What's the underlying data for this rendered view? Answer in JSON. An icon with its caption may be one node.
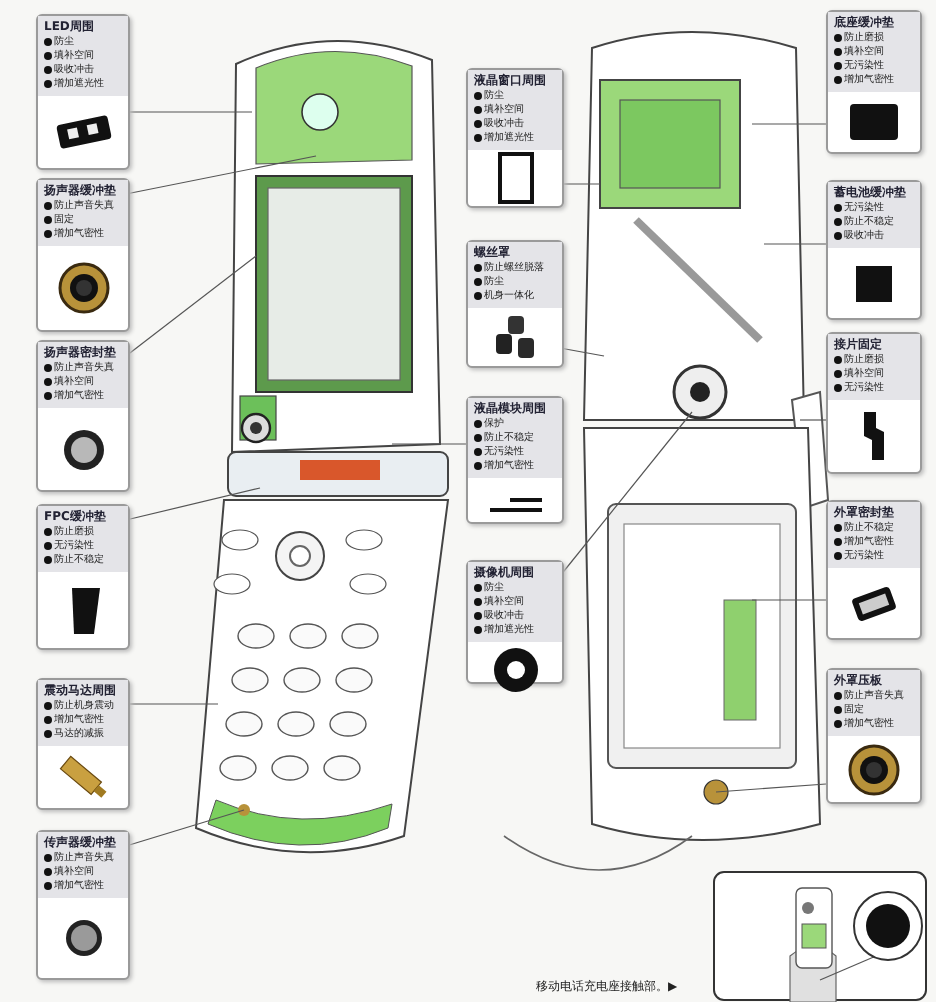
{
  "diagram": {
    "nodes": [
      {
        "text": [
          "LED周围",
          "防尘",
          "填补空间",
          "吸收冲击",
          "增加遮光性"
        ]
      },
      {
        "text": [
          "扬声器缓冲垫",
          "防止声音失真",
          "固定",
          "增加气密性"
        ]
      },
      {
        "text": [
          "扬声器密封垫",
          "防止声音失真",
          "填补空间",
          "增加气密性"
        ]
      },
      {
        "text": [
          "FPC缓冲垫",
          "防止磨损",
          "无污染性",
          "防止不稳定"
        ]
      },
      {
        "text": [
          "震动马达周围",
          "防止机身震动",
          "增加气密性",
          "马达的减振"
        ]
      },
      {
        "text": [
          "传声器缓冲垫",
          "防止声音失真",
          "填补空间",
          "增加气密性"
        ]
      },
      {
        "text": [
          "液晶窗口周围",
          "防尘",
          "填补空间",
          "吸收冲击",
          "增加遮光性"
        ]
      },
      {
        "text": [
          "螺丝罩",
          "防止螺丝脱落",
          "防尘",
          "机身一体化"
        ]
      },
      {
        "text": [
          "液晶模块周围",
          "保护",
          "防止不稳定",
          "无污染性",
          "增加气密性"
        ]
      },
      {
        "text": [
          "摄像机周围",
          "防尘",
          "填补空间",
          "吸收冲击",
          "增加遮光性"
        ]
      },
      {
        "text": [
          "底座缓冲垫",
          "防止磨损",
          "填补空间",
          "无污染性",
          "增加气密性"
        ]
      },
      {
        "text": [
          "蓄电池缓冲垫",
          "无污染性",
          "防止不稳定",
          "吸收冲击"
        ]
      },
      {
        "text": [
          "接片固定",
          "防止磨损",
          "填补空间",
          "无污染性"
        ]
      },
      {
        "text": [
          "外罩密封垫",
          "防止不稳定",
          "增加气密性",
          "无污染性"
        ]
      },
      {
        "text": [
          "外罩压板",
          "防止声音失真",
          "固定",
          "增加气密性"
        ]
      }
    ],
    "edges": [
      {
        "from": 0,
        "to": null,
        "arrow": "none"
      },
      {
        "from": 1,
        "to": null,
        "arrow": "none"
      },
      {
        "from": 2,
        "to": null,
        "arrow": "none"
      },
      {
        "from": 3,
        "to": null,
        "arrow": "none"
      },
      {
        "from": 4,
        "to": null,
        "arrow": "none"
      },
      {
        "from": 5,
        "to": null,
        "arrow": "none"
      },
      {
        "from": 6,
        "to": null,
        "arrow": "none"
      },
      {
        "from": 7,
        "to": null,
        "arrow": "none"
      },
      {
        "from": 8,
        "to": null,
        "arrow": "none"
      },
      {
        "from": 9,
        "to": null,
        "arrow": "none"
      },
      {
        "from": 10,
        "to": null,
        "arrow": "none"
      },
      {
        "from": 11,
        "to": null,
        "arrow": "none"
      },
      {
        "from": 12,
        "to": null,
        "arrow": "none"
      },
      {
        "from": 13,
        "to": null,
        "arrow": "none"
      },
      {
        "from": 14,
        "to": null,
        "arrow": "none"
      }
    ],
    "labels": [
      "移动电话充电座接触部。▶"
    ]
  }
}
